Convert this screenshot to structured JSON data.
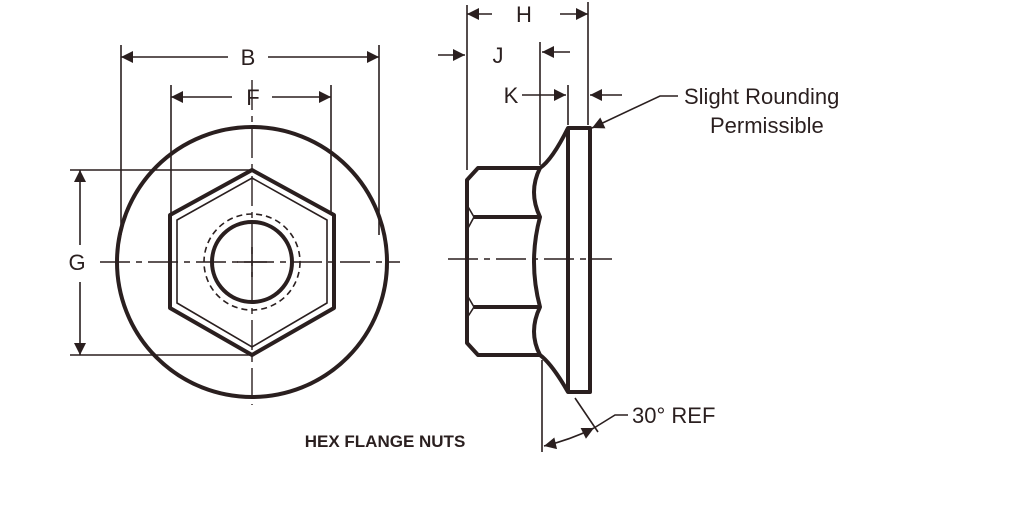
{
  "title": "HEX FLANGE NUTS",
  "dimensions": {
    "B": "B",
    "F": "F",
    "G": "G",
    "H": "H",
    "J": "J",
    "K": "K"
  },
  "notes": {
    "rounding_line1": "Slight Rounding",
    "rounding_line2": "Permissible",
    "angle": "30° REF"
  },
  "colors": {
    "ink": "#2a1f1f",
    "background": "#ffffff"
  }
}
